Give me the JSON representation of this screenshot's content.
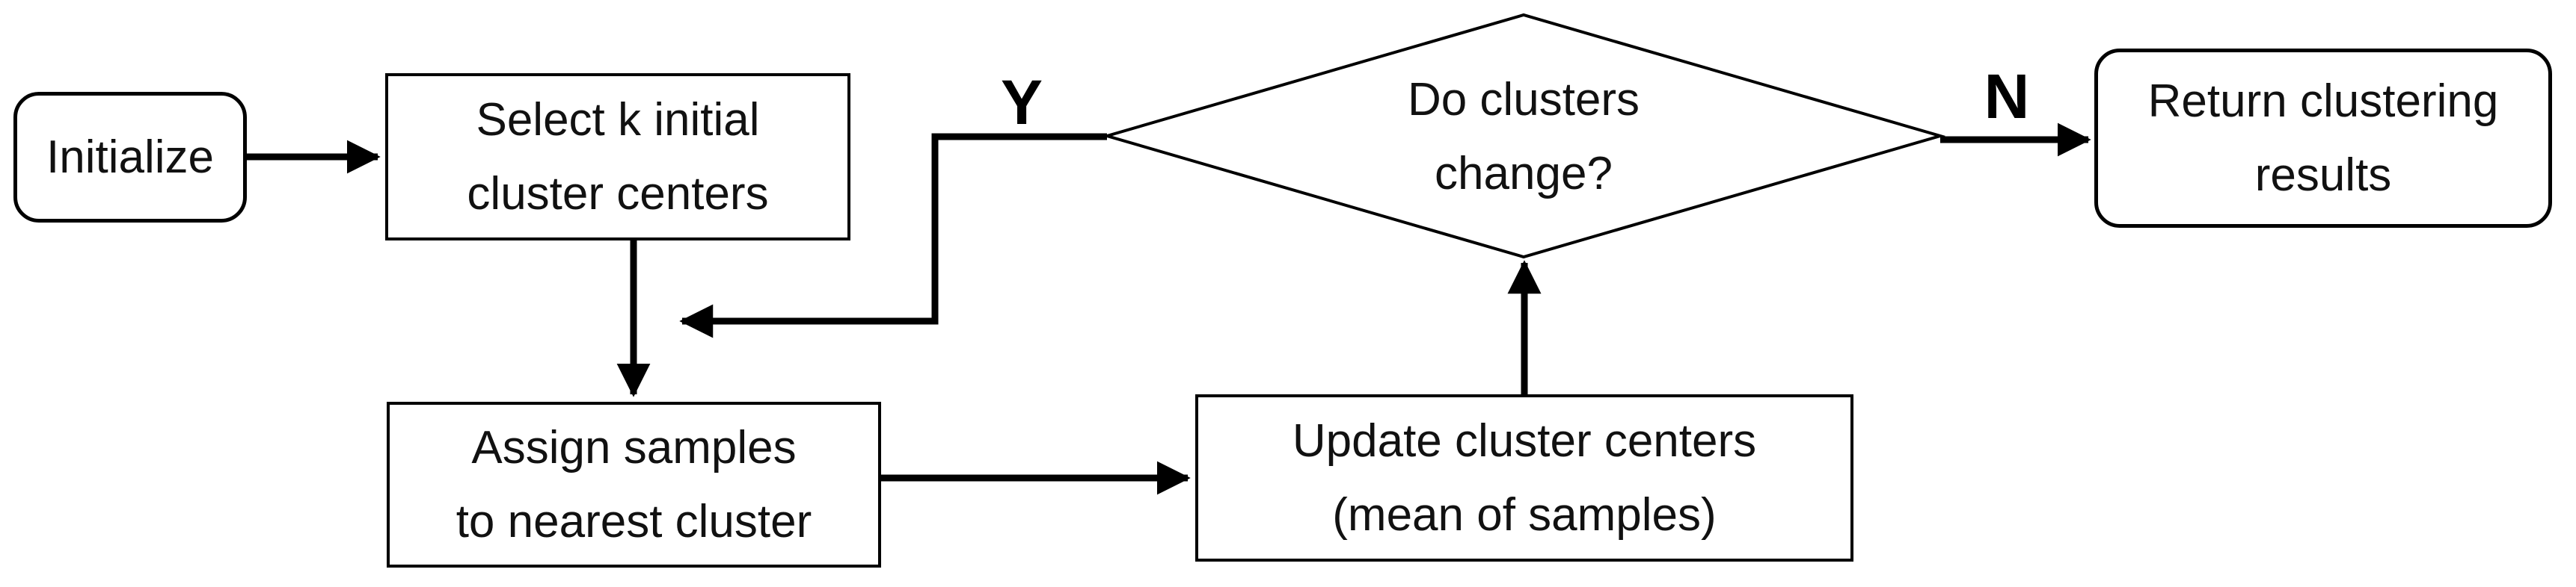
{
  "diagram": {
    "nodes": {
      "initialize": {
        "label": "Initialize",
        "shape": "rounded-rectangle"
      },
      "select": {
        "label": "Select k initial\ncluster centers",
        "shape": "rectangle"
      },
      "assign": {
        "label": "Assign samples\nto nearest cluster",
        "shape": "rectangle"
      },
      "update": {
        "label": "Update cluster centers\n(mean of samples)",
        "shape": "rectangle"
      },
      "decision": {
        "label": "Do clusters\nchange?",
        "shape": "diamond"
      },
      "return": {
        "label": "Return clustering\nresults",
        "shape": "rounded-rectangle"
      }
    },
    "edge_labels": {
      "yes": "Y",
      "no": "N"
    },
    "colors": {
      "stroke": "#000000",
      "node_fill": "#ffffff",
      "background": "#ffffff",
      "text": "#111111"
    }
  }
}
